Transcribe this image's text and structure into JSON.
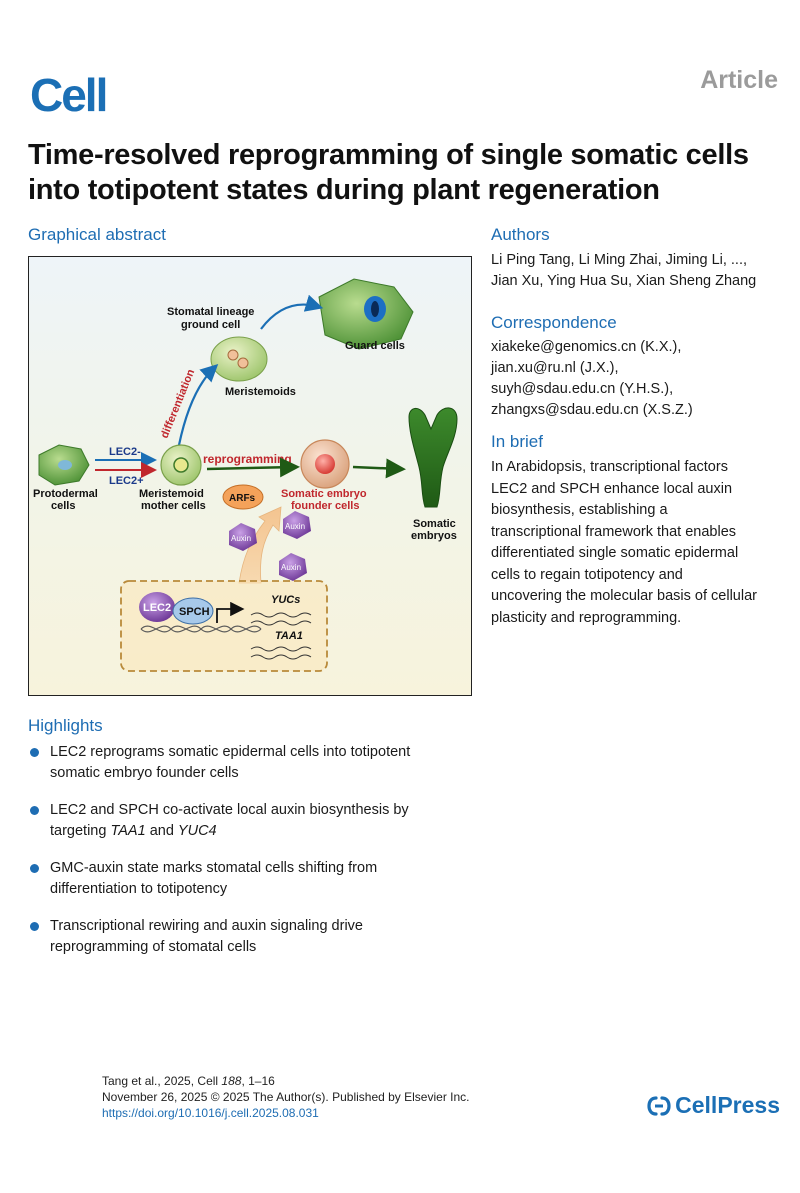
{
  "header": {
    "journal": "Cell",
    "article_type": "Article",
    "title": "Time-resolved reprogramming of single somatic cells into totipotent states during plant regeneration"
  },
  "graphical_abstract": {
    "heading": "Graphical abstract",
    "labels": {
      "stomatal_lineage": "Stomatal lineage",
      "ground_cell": "ground cell",
      "guard_cells": "Guard cells",
      "meristemoids": "Meristemoids",
      "differentiation": "differentiation",
      "lec2_minus": "LEC2-",
      "lec2_plus": "LEC2+",
      "reprogramming": "reprogramming",
      "protodermal": "Protodermal",
      "cells": "cells",
      "meristemoid": "Meristemoid",
      "mother_cells": "mother cells",
      "arfs": "ARFs",
      "somatic_embryo": "Somatic embryo",
      "founder_cells": "founder cells",
      "somatic": "Somatic",
      "embryos": "embryos",
      "auxin_1": "Auxin",
      "auxin_2": "Auxin",
      "auxin_3": "Auxin",
      "lec2": "LEC2",
      "spch": "SPCH",
      "yucs": "YUCs",
      "taa1": "TAA1"
    }
  },
  "authors": {
    "heading": "Authors",
    "line1": "Li Ping Tang, Li Ming Zhai, Jiming Li, ...,",
    "line2": "Jian Xu, Ying Hua Su, Xian Sheng Zhang"
  },
  "correspondence": {
    "heading": "Correspondence",
    "emails": [
      "xiakeke@genomics.cn (K.X.),",
      "jian.xu@ru.nl (J.X.),",
      "suyh@sdau.edu.cn (Y.H.S.),",
      "zhangxs@sdau.edu.cn (X.S.Z.)"
    ]
  },
  "in_brief": {
    "heading": "In brief",
    "lines": [
      "In Arabidopsis, transcriptional factors",
      "LEC2 and SPCH enhance local auxin",
      "biosynthesis, establishing a",
      "transcriptional framework that enables",
      "differentiated single somatic epidermal",
      "cells to regain totipotency and",
      "uncovering the molecular basis of cellular",
      "plasticity and reprogramming."
    ]
  },
  "highlights": {
    "heading": "Highlights",
    "items": [
      {
        "line1": "LEC2 reprograms somatic epidermal cells into totipotent",
        "line2": "somatic embryo founder cells"
      },
      {
        "line1": "LEC2 and SPCH co-activate local auxin biosynthesis by",
        "line2_prefix": "targeting ",
        "line2_gene1": "TAA1",
        "line2_mid": " and ",
        "line2_gene2": "YUC4"
      },
      {
        "line1": "GMC-auxin state marks stomatal cells shifting from",
        "line2": "differentiation to totipotency"
      },
      {
        "line1": "Transcriptional rewiring and auxin signaling drive",
        "line2": "reprogramming of stomatal cells"
      }
    ]
  },
  "footer": {
    "citation_prefix": "Tang et al., 2025, Cell ",
    "citation_volume": "188",
    "citation_pages": ", 1–16",
    "date_line": "November 26, 2025 © 2025 The Author(s). Published by Elsevier Inc.",
    "doi": "https://doi.org/10.1016/j.cell.2025.08.031",
    "publisher": "CellPress"
  },
  "colors": {
    "brand_blue": "#1b6fb5",
    "section_blue": "#1e6db3",
    "reprogramming_red": "#c0272d",
    "cell_green": "#4f9a3a"
  }
}
